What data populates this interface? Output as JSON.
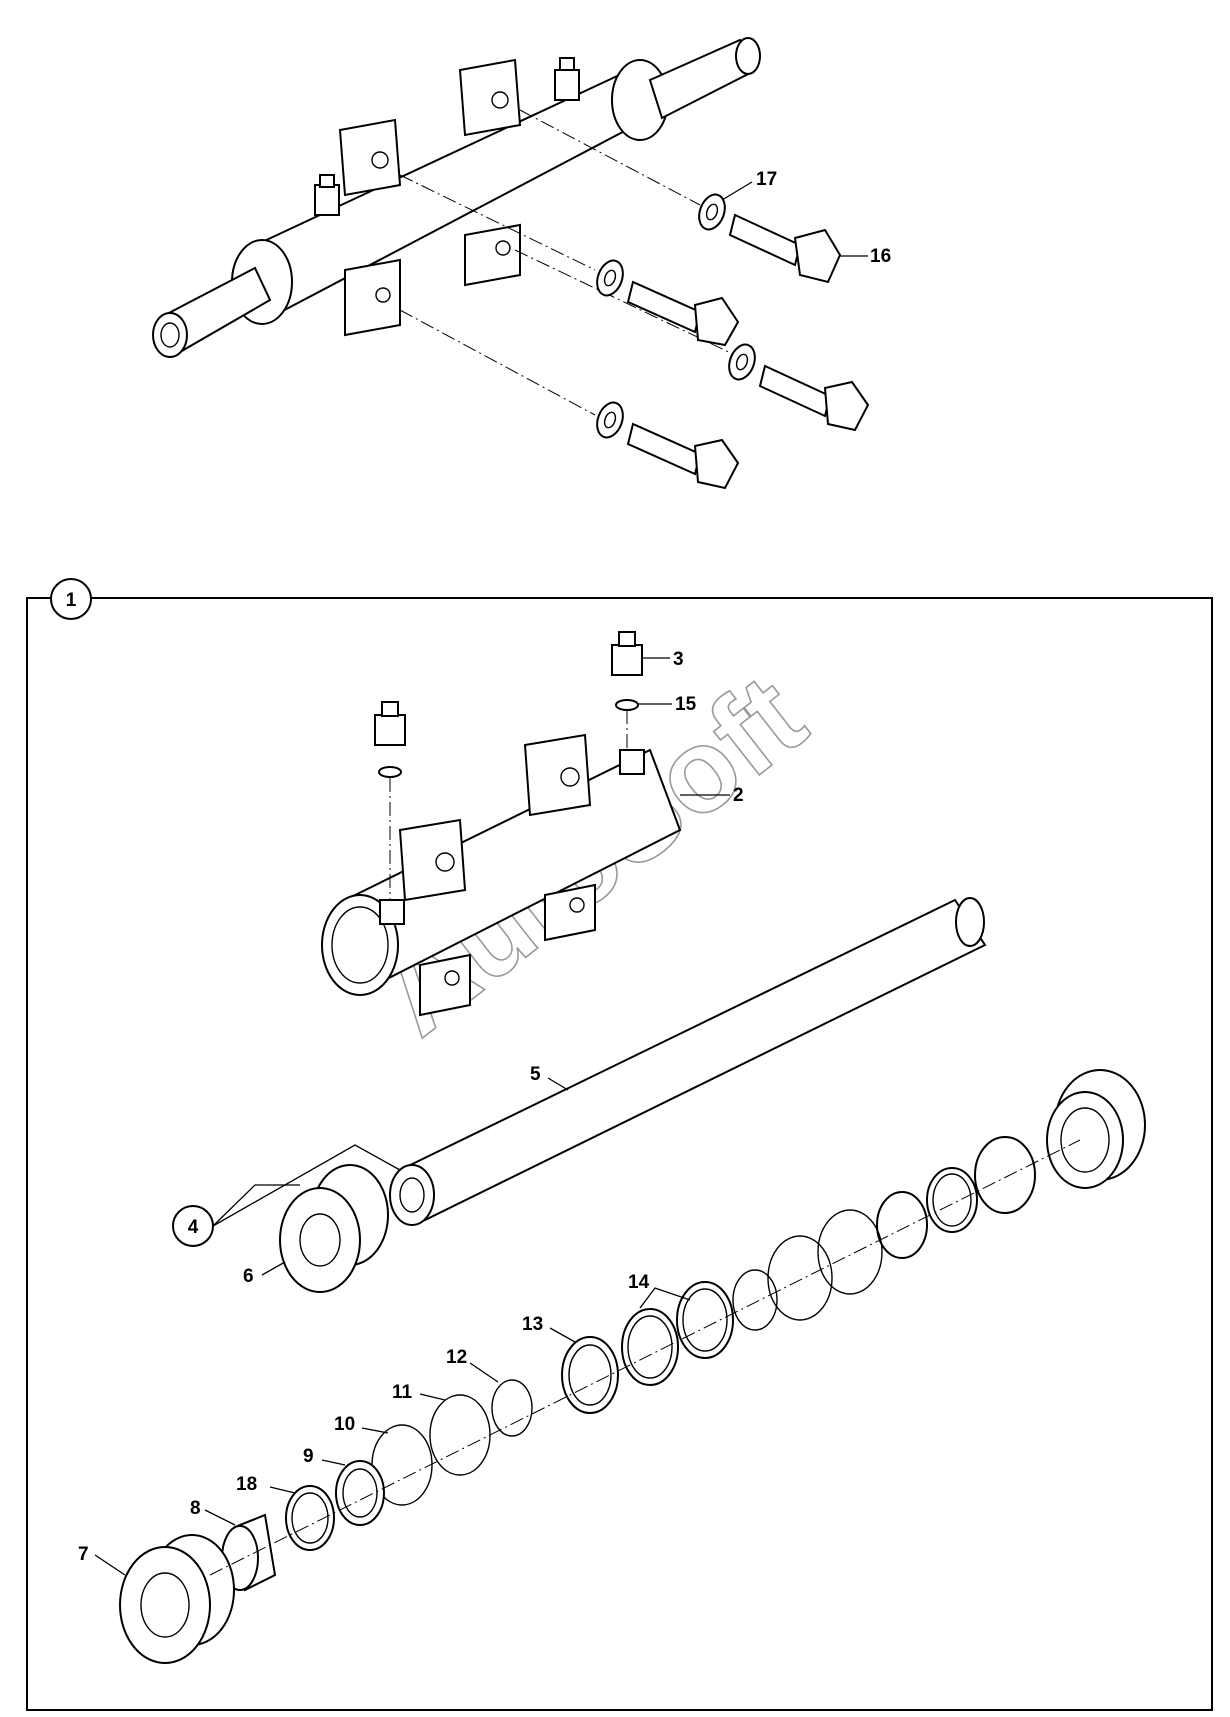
{
  "assembly_label": "1",
  "watermark": "AutoSoft",
  "callouts": [
    "2",
    "3",
    "4",
    "5",
    "6",
    "7",
    "8",
    "9",
    "10",
    "11",
    "12",
    "13",
    "14",
    "15",
    "16",
    "17",
    "18"
  ]
}
